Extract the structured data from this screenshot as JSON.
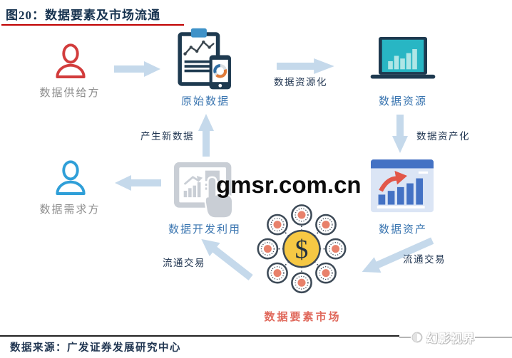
{
  "figure": {
    "title": "图20：数据要素及市场流通",
    "source": "数据来源：广发证券发展研究中心"
  },
  "nodes": {
    "supplier": "数据供给方",
    "raw_data": "原始数据",
    "resource": "数据资源",
    "asset": "数据资产",
    "market": "数据要素市场",
    "develop": "数据开发利用",
    "demander": "数据需求方"
  },
  "edges": {
    "resourcify": "数据资源化",
    "assetize": "数据资产化",
    "trade_right": "流通交易",
    "trade_left": "流通交易",
    "new_data": "产生新数据"
  },
  "market_symbol": "$",
  "watermarks": {
    "center": "gmsr.com.cn",
    "corner": "幻影视界"
  },
  "colors": {
    "title_navy": "#16324f",
    "accent_red": "#c00000",
    "node_blue": "#3a75b0",
    "market_red": "#e0695c",
    "arrow_blue": "#c5d9eb",
    "supplier_red": "#d23c3c",
    "demander_blue": "#2f9fd8",
    "laptop_teal": "#28b6c4",
    "window_blue": "#4472c4",
    "coin_yellow": "#f6c844",
    "dot_orange": "#e8816b",
    "gray_label": "#8c8c8c"
  }
}
